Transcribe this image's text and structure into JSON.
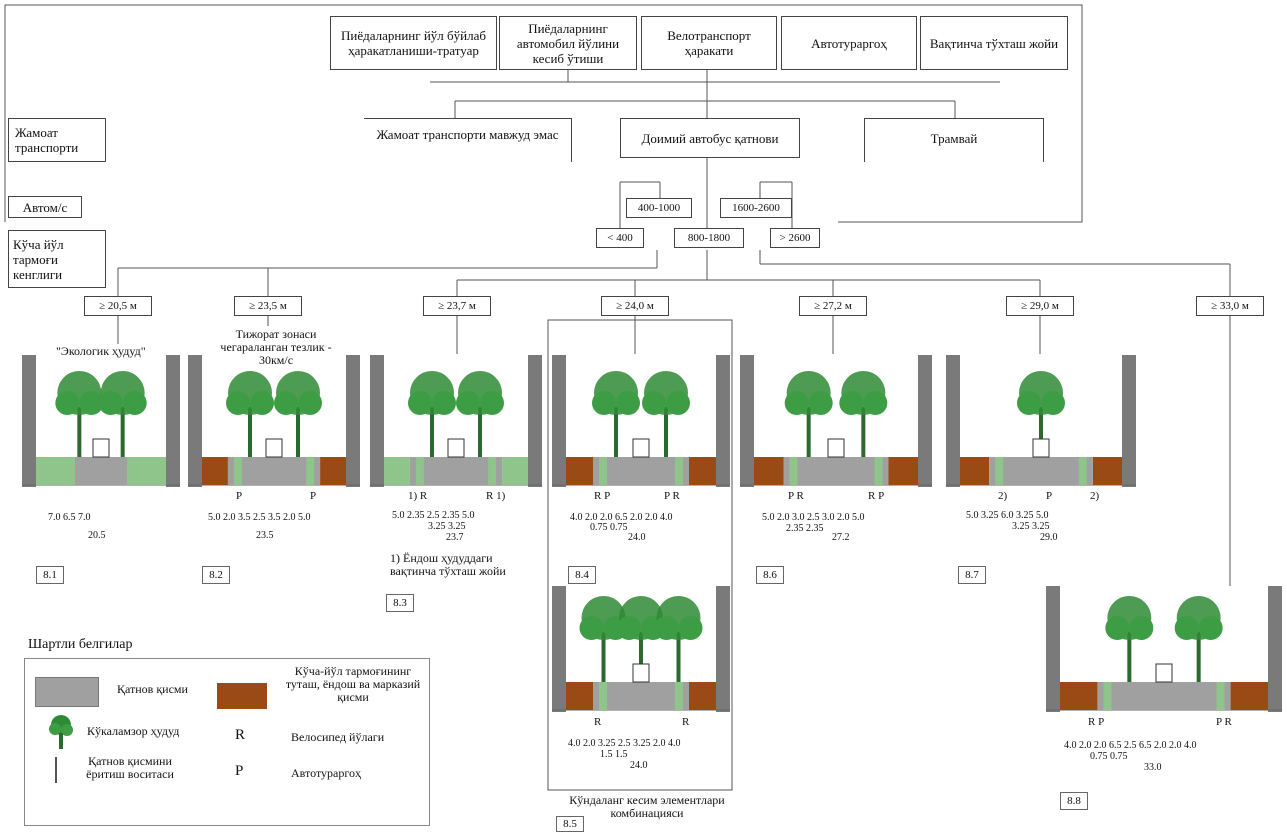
{
  "top_boxes": [
    {
      "text": "Пиёдаларнинг йўл бўйлаб ҳаракатланиши-тратуар"
    },
    {
      "text": "Пиёдаларнинг автомобил йўлини кесиб ўтиши"
    },
    {
      "text": "Велотранспорт ҳаракати"
    },
    {
      "text": "Автотураргоҳ"
    },
    {
      "text": "Вақтинча тўхташ жойи"
    }
  ],
  "left_labels": {
    "public_transport": "Жамоат транспорти",
    "auto": "Автом/с",
    "street_width": "Кўча йўл тармоғи кенглиги"
  },
  "transport_boxes": [
    {
      "text": "Жамоат транспорти мавжуд эмас"
    },
    {
      "text": "Доимий автобус қатнови"
    },
    {
      "text": "Трамвай"
    }
  ],
  "ranges": [
    "400-1000",
    "1600-2600",
    "< 400",
    "800-1800",
    "> 2600"
  ],
  "widths": [
    "≥ 20,5 м",
    "≥ 23,5 м",
    "≥ 23,7 м",
    "≥ 24,0 м",
    "≥ 27,2 м",
    "≥ 29,0 м",
    "≥ 33,0 м"
  ],
  "notes": {
    "eco": "\"Экологик ҳудуд\"",
    "trade": "Тижорат зонаси чегараланган тезлик - 30км/с",
    "note83": "1) Ёндош ҳудуддаги вақтинча тўхташ жойи",
    "combo": "Кўндаланг кесим элементлари комбинацияси"
  },
  "sections": [
    {
      "id": "8.1",
      "marks": [],
      "dims": "7.0    6.5    7.0",
      "dims2": "",
      "total": "20.5"
    },
    {
      "id": "8.2",
      "marks": [
        "P",
        "P"
      ],
      "dims": "5.0 2.0 3.5 2.5 3.5 2.0 5.0",
      "dims2": "",
      "total": "23.5"
    },
    {
      "id": "8.3",
      "marks": [
        "1) R",
        "R 1)"
      ],
      "dims": "5.0 2.35   2.5   2.35 5.0",
      "dims2": "3.25   3.25",
      "total": "23.7"
    },
    {
      "id": "8.4",
      "marks": [
        "R P",
        "P R"
      ],
      "dims": "4.0 2.0 2.0  6.5  2.0 2.0 4.0",
      "dims2": "0.75        0.75",
      "total": "24.0"
    },
    {
      "id": "8.6",
      "marks": [
        "P R",
        "R P"
      ],
      "dims": "5.0 2.0  3.0 2.5 3.0  2.0 5.0",
      "dims2": "2.35        2.35",
      "total": "27.2"
    },
    {
      "id": "8.7",
      "marks": [
        "2)",
        "P",
        "2)"
      ],
      "dims": "5.0 3.25  6.0  3.25 5.0",
      "dims2": "3.25   3.25",
      "total": "29.0"
    },
    {
      "id": "8.5",
      "marks": [
        "R",
        "R"
      ],
      "dims": "4.0 2.0 3.25 2.5 3.25 2.0 4.0",
      "dims2": "1.5       1.5",
      "total": "24.0"
    },
    {
      "id": "8.8",
      "marks": [
        "R P",
        "P R"
      ],
      "dims": "4.0 2.0 2.0  6.5  2.5  6.5  2.0 2.0 4.0",
      "dims2": "0.75            0.75",
      "total": "33.0"
    }
  ],
  "legend": {
    "title": "Шартли белгилар",
    "road": "Қатнов қисми",
    "green": "Кўкаламзор ҳудуд",
    "light": "Қатнов қисмини ёритиш воситаси",
    "edge": "Кўча-йўл тармоғининг туташ, ёндош ва марказий қисми",
    "bike_sym": "R",
    "bike": "Велосипед йўлаги",
    "park_sym": "P",
    "park": "Автотураргоҳ"
  },
  "colors": {
    "road": "#a0a0a0",
    "green": "#2f8a35",
    "edge": "#9a4a14",
    "wall": "#7a7a7a"
  }
}
